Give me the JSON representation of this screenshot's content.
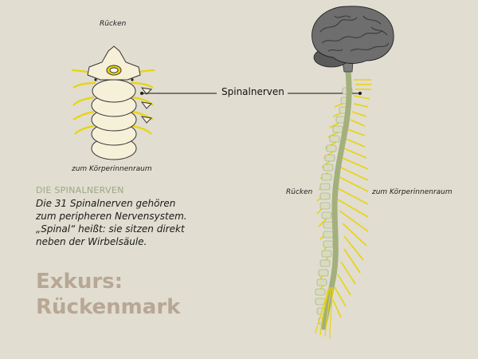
{
  "labels": {
    "top_ruecken": "Rücken",
    "bottom_koerper": "zum Körperinnenraum",
    "spinalnerven": "Spinalnerven",
    "right_ruecken": "Rücken",
    "right_koerper": "zum Körperinnenraum"
  },
  "info": {
    "heading": "DIE SPINALNERVEN",
    "lines": [
      "Die 31 Spinalnerven gehören",
      "zum peripheren Nervensystem.",
      "„Spinal“ heißt: sie sitzen direkt",
      "neben der Wirbelsäule."
    ]
  },
  "title": {
    "line1": "Exkurs:",
    "line2": "Rückenmark"
  },
  "colors": {
    "background": "#e1ddd0",
    "nerve": "#e8d40e",
    "bone": "#f7f0d8",
    "cord": "#b2bf8c",
    "brain": "#6a6a6a",
    "heading": "#9aaa84",
    "title": "#b8a795"
  }
}
